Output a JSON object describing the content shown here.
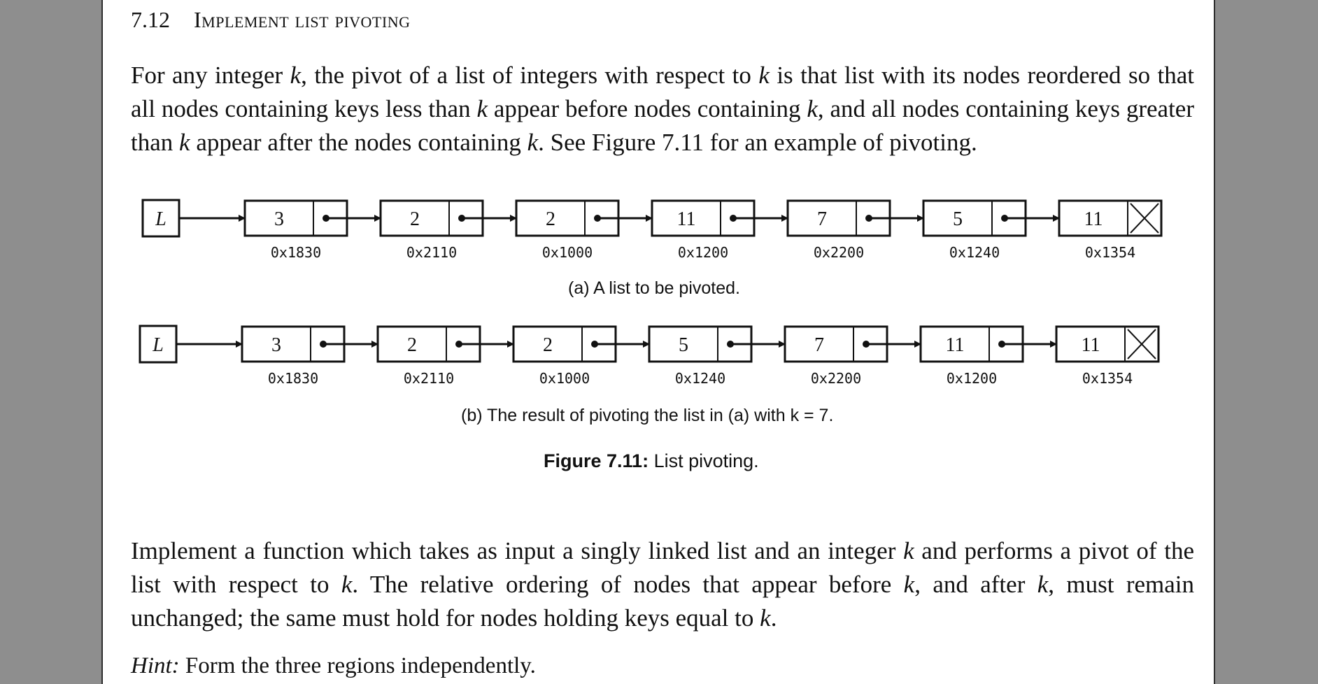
{
  "section": {
    "number": "7.12",
    "title": "Implement list pivoting"
  },
  "para1": [
    {
      "t": "For any integer "
    },
    {
      "t": "k",
      "i": true
    },
    {
      "t": ", the pivot of a list of integers with respect to "
    },
    {
      "t": "k",
      "i": true
    },
    {
      "t": " is that list with its nodes reordered so that all nodes containing keys less than "
    },
    {
      "t": "k",
      "i": true
    },
    {
      "t": " appear before nodes containing "
    },
    {
      "t": "k",
      "i": true
    },
    {
      "t": ", and all nodes containing keys greater than "
    },
    {
      "t": "k",
      "i": true
    },
    {
      "t": " appear after the nodes containing "
    },
    {
      "t": "k",
      "i": true
    },
    {
      "t": ". See Figure 7.11 for an example of pivoting."
    }
  ],
  "figure": {
    "list_a": {
      "head_label": "L",
      "nodes": [
        {
          "key": "3",
          "addr": "0x1830"
        },
        {
          "key": "2",
          "addr": "0x2110"
        },
        {
          "key": "2",
          "addr": "0x1000"
        },
        {
          "key": "11",
          "addr": "0x1200"
        },
        {
          "key": "7",
          "addr": "0x2200"
        },
        {
          "key": "5",
          "addr": "0x1240"
        },
        {
          "key": "11",
          "addr": "0x1354"
        }
      ],
      "caption": "(a)  A list to be pivoted."
    },
    "list_b": {
      "head_label": "L",
      "nodes": [
        {
          "key": "3",
          "addr": "0x1830"
        },
        {
          "key": "2",
          "addr": "0x2110"
        },
        {
          "key": "2",
          "addr": "0x1000"
        },
        {
          "key": "5",
          "addr": "0x1240"
        },
        {
          "key": "7",
          "addr": "0x2200"
        },
        {
          "key": "11",
          "addr": "0x1200"
        },
        {
          "key": "11",
          "addr": "0x1354"
        }
      ],
      "caption": "(b)  The result of pivoting the list in (a) with k = 7."
    },
    "caption_label": "Figure 7.11:",
    "caption_text": " List pivoting."
  },
  "para2": [
    {
      "t": "Implement a function which takes as input a singly linked list and an integer "
    },
    {
      "t": "k",
      "i": true
    },
    {
      "t": " and performs a pivot of the list with respect to "
    },
    {
      "t": "k",
      "i": true
    },
    {
      "t": ". The relative ordering of nodes that appear before "
    },
    {
      "t": "k",
      "i": true
    },
    {
      "t": ", and after "
    },
    {
      "t": "k",
      "i": true
    },
    {
      "t": ", must remain unchanged; the same must hold for nodes holding keys equal to "
    },
    {
      "t": "k",
      "i": true
    },
    {
      "t": "."
    }
  ],
  "hint": {
    "label": "Hint:",
    "text": " Form the three regions independently."
  }
}
